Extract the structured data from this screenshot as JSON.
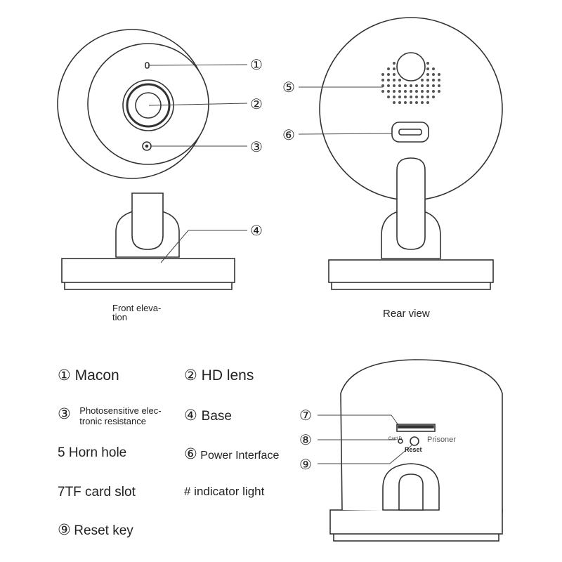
{
  "views": {
    "front_label": "Front eleva-\ntion",
    "rear_label": "Rear view"
  },
  "callouts": {
    "c1": "①",
    "c2": "②",
    "c3": "③",
    "c4": "④",
    "c5": "⑤",
    "c6": "⑥",
    "c7": "⑦",
    "c8": "⑧",
    "c9": "⑨"
  },
  "side_view": {
    "small_text": "Card D",
    "prisoner": "Prisoner",
    "reset": "Reset"
  },
  "legend": {
    "i1_num": "①",
    "i1_text": "Macon",
    "i2_num": "②",
    "i2_text": "HD lens",
    "i3_num": "③",
    "i3_text": "Photosensitive elec-\ntronic resistance",
    "i4_num": "④",
    "i4_text": "Base",
    "i5_text": "5 Horn hole",
    "i6_num": "⑥",
    "i6_text": "Power Interface",
    "i7_text": "7TF card slot",
    "i8_text": "# indicator light",
    "i9_num": "⑨",
    "i9_text": "Reset key"
  }
}
